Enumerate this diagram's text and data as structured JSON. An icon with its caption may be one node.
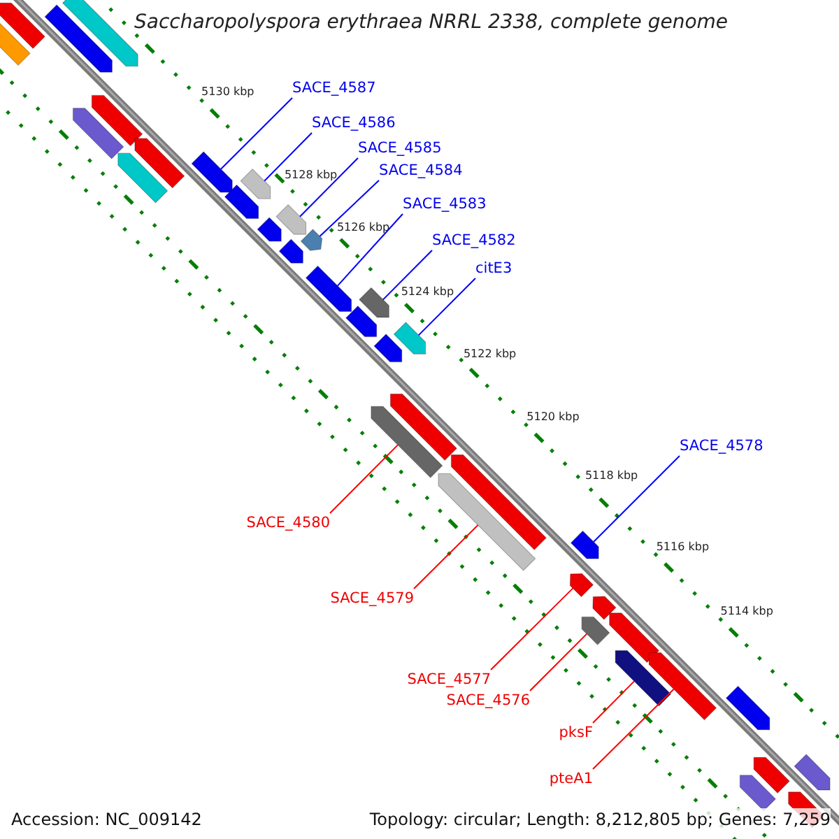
{
  "diagram": {
    "title": "Saccharopolyspora erythraea NRRL 2338, complete genome",
    "nodes": [
      {
        "text": [
          "SACE_4587"
        ]
      },
      {
        "text": [
          "SACE_4586"
        ]
      },
      {
        "text": [
          "SACE_4585"
        ]
      },
      {
        "text": [
          "SACE_4584"
        ]
      },
      {
        "text": [
          "SACE_4583"
        ]
      },
      {
        "text": [
          "SACE_4582"
        ]
      },
      {
        "text": [
          "citE3"
        ]
      },
      {
        "text": [
          "SACE_4578"
        ]
      },
      {
        "text": [
          "SACE_4580"
        ]
      },
      {
        "text": [
          "SACE_4579"
        ]
      },
      {
        "text": [
          "SACE_4577"
        ]
      },
      {
        "text": [
          "SACE_4576"
        ]
      },
      {
        "text": [
          "pksF"
        ]
      },
      {
        "text": [
          "pteA1"
        ]
      },
      {
        "text": [],
        "shape": "box"
      },
      {
        "text": [],
        "shape": "box"
      },
      {
        "text": [],
        "shape": "box"
      },
      {
        "text": [],
        "shape": "box"
      },
      {
        "text": [],
        "shape": "box"
      },
      {
        "text": [],
        "shape": "box"
      },
      {
        "text": [],
        "shape": "box"
      },
      {
        "text": [],
        "shape": "box"
      },
      {
        "text": [],
        "shape": "box"
      },
      {
        "text": [],
        "shape": "box"
      },
      {
        "text": [],
        "shape": "box"
      },
      {
        "text": [],
        "shape": "box"
      },
      {
        "text": [],
        "shape": "box"
      },
      {
        "text": [],
        "shape": "box"
      },
      {
        "text": [],
        "shape": "box"
      },
      {
        "text": [],
        "shape": "box"
      },
      {
        "text": [],
        "shape": "box"
      },
      {
        "text": [],
        "shape": "box"
      },
      {
        "text": [],
        "shape": "box"
      },
      {
        "text": [],
        "shape": "box"
      },
      {
        "text": [],
        "shape": "box"
      },
      {
        "text": [],
        "shape": "box"
      },
      {
        "text": [],
        "shape": "box"
      },
      {
        "text": [],
        "shape": "box"
      },
      {
        "text": [],
        "shape": "box"
      },
      {
        "text": [],
        "shape": "box"
      },
      {
        "text": [],
        "shape": "box"
      },
      {
        "text": [],
        "shape": "box"
      },
      {
        "text": [],
        "shape": "box"
      },
      {
        "text": [],
        "shape": "box"
      },
      {
        "text": [],
        "shape": "box"
      },
      {
        "text": [],
        "shape": "box"
      },
      {
        "text": [],
        "shape": "box"
      },
      {
        "text": [],
        "shape": "box"
      },
      {
        "text": [],
        "shape": "box"
      },
      {
        "text": [],
        "shape": "box"
      }
    ],
    "edges": [
      {
        "from": 0,
        "to": 22,
        "arrow": "none"
      },
      {
        "from": 1,
        "to": 23,
        "arrow": "none"
      },
      {
        "from": 2,
        "to": 25,
        "arrow": "none"
      },
      {
        "from": 3,
        "to": 27,
        "arrow": "none"
      },
      {
        "from": 4,
        "to": 29,
        "arrow": "none"
      },
      {
        "from": 5,
        "to": 30,
        "arrow": "none"
      },
      {
        "from": 6,
        "to": 32,
        "arrow": "none"
      },
      {
        "from": 7,
        "to": 38,
        "arrow": "none"
      },
      {
        "from": 8,
        "to": 35,
        "arrow": "none",
        "color": "#ff0000"
      },
      {
        "from": 9,
        "to": 37,
        "arrow": "none",
        "color": "#ff0000"
      },
      {
        "from": 10,
        "to": 39,
        "arrow": "none",
        "color": "#ff0000"
      },
      {
        "from": 11,
        "to": 41,
        "arrow": "none",
        "color": "#ff0000"
      },
      {
        "from": 12,
        "to": 43,
        "arrow": "none",
        "color": "#ff0000"
      },
      {
        "from": 13,
        "to": 44,
        "arrow": "none",
        "color": "#ff0000"
      }
    ],
    "labels": [
      "5130 kbp",
      "5128 kbp",
      "5126 kbp",
      "5124 kbp",
      "5122 kbp",
      "5120 kbp",
      "5118 kbp",
      "5116 kbp",
      "5114 kbp",
      "Accession: NC_009142",
      "Topology: circular; Length: 8,212,805 bp; Genes: 7,259"
    ]
  }
}
